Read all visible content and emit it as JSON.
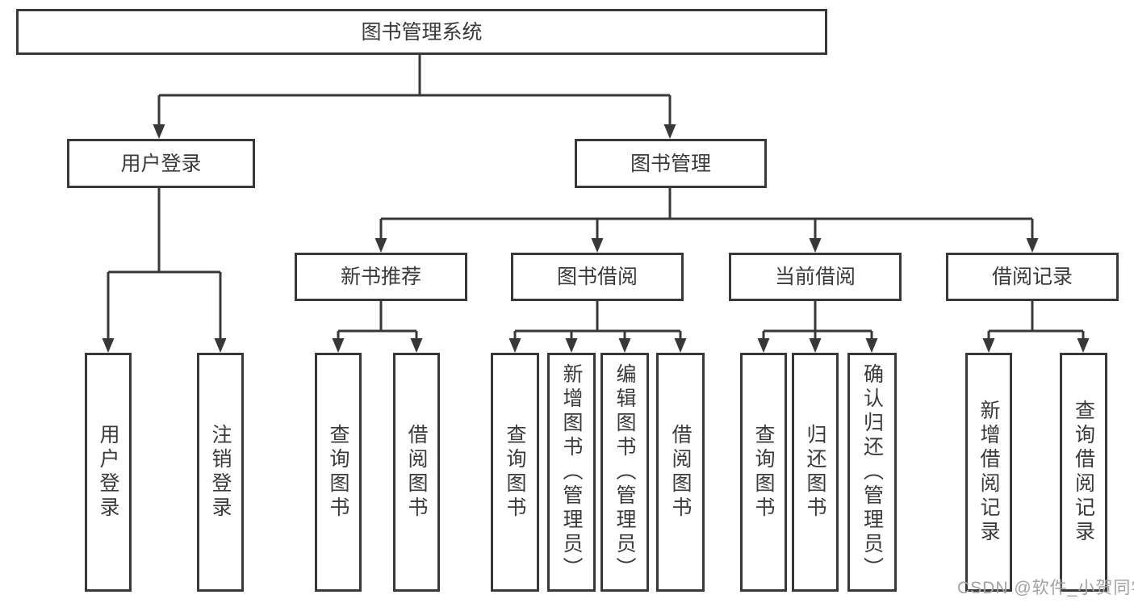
{
  "colors": {
    "line": "#383838",
    "text": "#3a3a3a",
    "background": "#ffffff",
    "watermark": "#a2a2a2"
  },
  "tree": {
    "root": {
      "label": "图书管理系统"
    },
    "branches": [
      {
        "label": "用户登录",
        "children": [
          {
            "label": "用户登录"
          },
          {
            "label": "注销登录"
          }
        ]
      },
      {
        "label": "图书管理",
        "children": [
          {
            "label": "新书推荐",
            "children": [
              {
                "label": "查询图书"
              },
              {
                "label": "借阅图书"
              }
            ]
          },
          {
            "label": "图书借阅",
            "children": [
              {
                "label": "查询图书"
              },
              {
                "label": "新增图书（管理员）"
              },
              {
                "label": "编辑图书（管理员）"
              },
              {
                "label": "借阅图书"
              }
            ]
          },
          {
            "label": "当前借阅",
            "children": [
              {
                "label": "查询图书"
              },
              {
                "label": "归还图书"
              },
              {
                "label": "确认归还（管理员）"
              }
            ]
          },
          {
            "label": "借阅记录",
            "children": [
              {
                "label": "新增借阅记录"
              },
              {
                "label": "查询借阅记录"
              }
            ]
          }
        ]
      }
    ]
  },
  "watermark": {
    "text": "CSDN @软件_小贺同学"
  }
}
